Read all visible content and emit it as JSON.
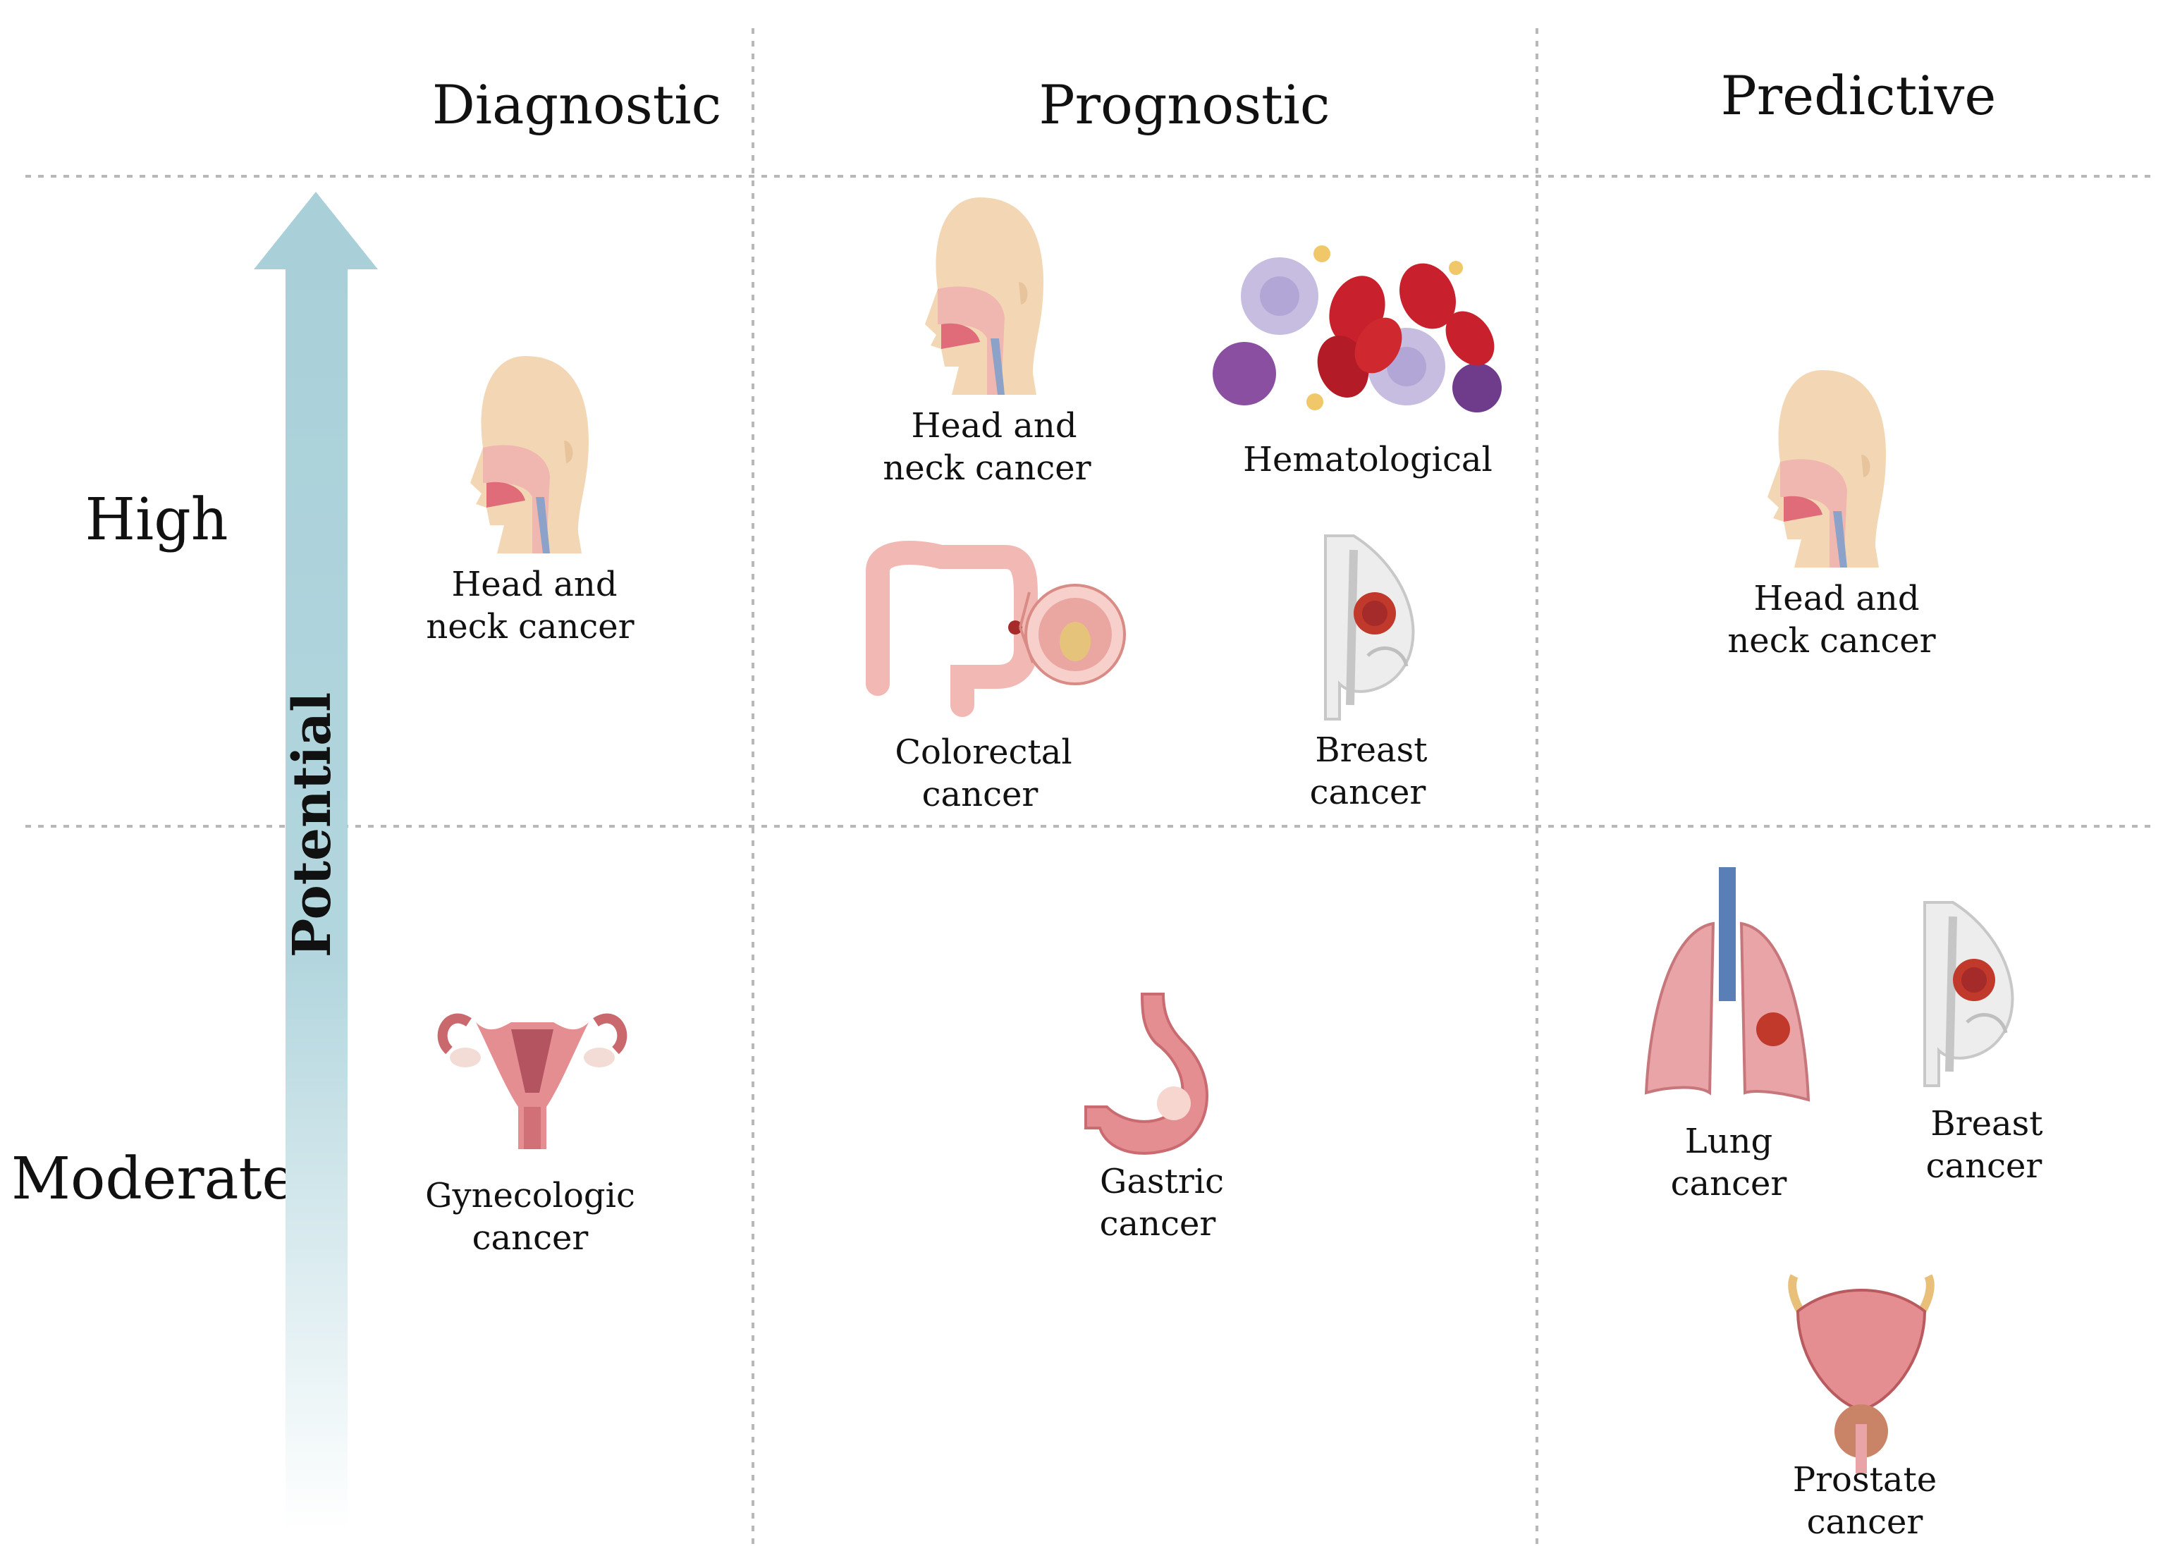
{
  "columns": {
    "diagnostic": "Diagnostic",
    "prognostic": "Prognostic",
    "predictive": "Predictive"
  },
  "rows": {
    "high": "High",
    "moderate": "Moderate"
  },
  "axis": {
    "label": "Potential",
    "color": "#a9d0d9"
  },
  "cells": {
    "diagnostic_high": [
      {
        "icon": "head-neck-icon",
        "line1": "Head and",
        "line2": "neck cancer"
      }
    ],
    "diagnostic_moderate": [
      {
        "icon": "uterus-icon",
        "line1": "Gynecologic",
        "line2": "cancer"
      }
    ],
    "prognostic_high": [
      {
        "icon": "head-neck-icon",
        "line1": "Head and",
        "line2": "neck cancer"
      },
      {
        "icon": "blood-cells-icon",
        "line1": "Hematological",
        "line2": ""
      },
      {
        "icon": "colon-icon",
        "line1": "Colorectal",
        "line2": "cancer"
      },
      {
        "icon": "breast-icon",
        "line1": "Breast",
        "line2": "cancer"
      }
    ],
    "prognostic_moderate": [
      {
        "icon": "stomach-icon",
        "line1": "Gastric",
        "line2": "cancer"
      }
    ],
    "predictive_high": [
      {
        "icon": "head-neck-icon",
        "line1": "Head and",
        "line2": "neck cancer"
      }
    ],
    "predictive_moderate": [
      {
        "icon": "lungs-icon",
        "line1": "Lung",
        "line2": "cancer"
      },
      {
        "icon": "breast-icon",
        "line1": "Breast",
        "line2": "cancer"
      },
      {
        "icon": "prostate-icon",
        "line1": "Prostate",
        "line2": "cancer"
      }
    ]
  },
  "colors": {
    "skin": "#f3d7b4",
    "tissue": "#e58e92",
    "blood_red": "#c8202c",
    "lymph_purple": "#c7bde0",
    "trachea_blue": "#5a7fb7",
    "tumor": "#c0392b"
  }
}
